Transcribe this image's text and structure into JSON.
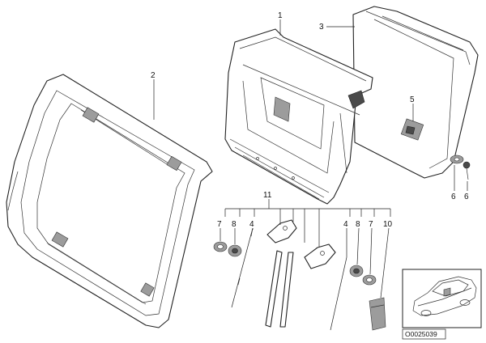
{
  "callouts": {
    "c1": "1",
    "c2": "2",
    "c3": "3",
    "c4a": "4",
    "c4b": "4",
    "c5": "5",
    "c6a": "6",
    "c6b": "6",
    "c7a": "7",
    "c7b": "7",
    "c8a": "8",
    "c8b": "8",
    "c10": "10",
    "c11": "11"
  },
  "inset": {
    "reference_code": "O0025039"
  }
}
